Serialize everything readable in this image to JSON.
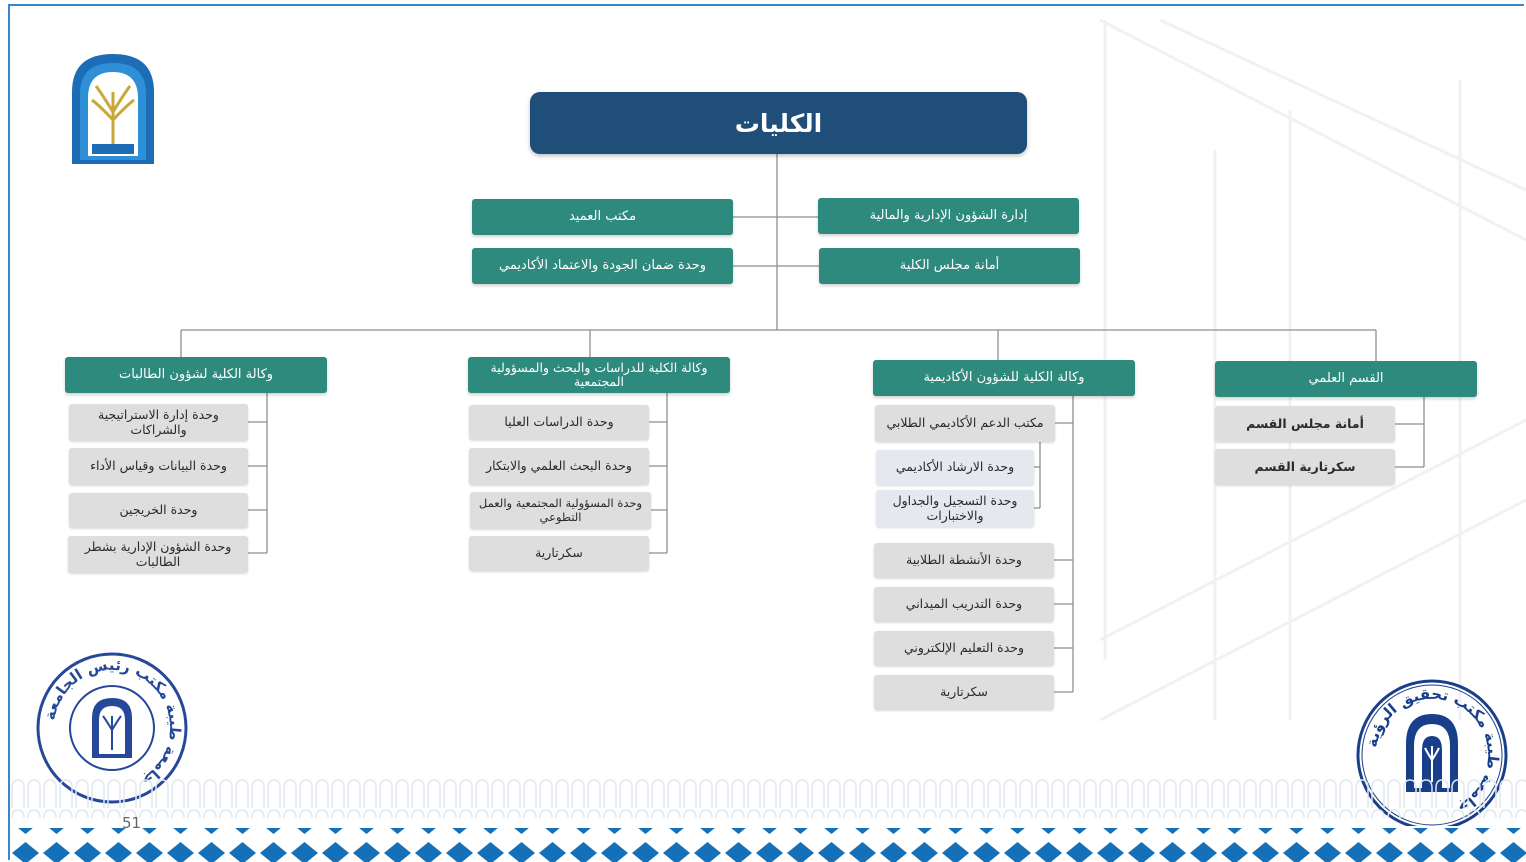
{
  "title": "الكليات",
  "top_units": [
    {
      "id": "dean_office",
      "label": "مكتب العميد"
    },
    {
      "id": "admin_finance",
      "label": "إدارة الشؤون الإدارية والمالية"
    },
    {
      "id": "quality_unit",
      "label": "وحدة ضمان الجودة والاعتماد الأكاديمي"
    },
    {
      "id": "council_secretariat",
      "label": "أمانة مجلس الكلية"
    }
  ],
  "branches": [
    {
      "id": "female_students_vd",
      "header": "وكالة الكلية لشؤون الطالبات",
      "items": [
        "وحدة إدارة الاستراتيجية والشراكات",
        "وحدة البيانات وقياس الأداء",
        "وحدة الخريجين",
        "وحدة الشؤون الإدارية بشطر الطالبات"
      ]
    },
    {
      "id": "graduate_vd",
      "header": "وكالة الكلية للدراسات والبحث والمسؤولية المجتمعية",
      "items": [
        "وحدة الدراسات العليا",
        "وحدة البحث العلمي والابتكار",
        "وحدة المسؤولية المجتمعية والعمل التطوعي",
        "سكرتارية"
      ]
    },
    {
      "id": "academic_vd",
      "header": "وكالة الكلية للشؤون الأكاديمية",
      "items": [
        "مكتب الدعم الأكاديمي الطلابي",
        "وحدة الارشاد الأكاديمي",
        "وحدة التسجيل والجداول والاختبارات",
        "وحدة الأنشطة الطلابية",
        "وحدة التدريب الميداني",
        "وحدة التعليم الإلكتروني",
        "سكرتارية"
      ]
    },
    {
      "id": "department",
      "header": "القسم العلمي",
      "items": [
        "أمانة مجلس القسم",
        "سكرتارية القسم"
      ]
    }
  ],
  "page_number": "51",
  "seals": {
    "left": "جامعة طيبة مكتب رئيس الجامعة",
    "right": "جامعة طيبة مكتب تحقيق الرؤية"
  },
  "colors": {
    "title_bg": "#1f4e79",
    "unit_bg": "#2f8a7e",
    "item_bg": "#dedede",
    "seal": "#1a3f8a",
    "footer": "#1570b8"
  }
}
